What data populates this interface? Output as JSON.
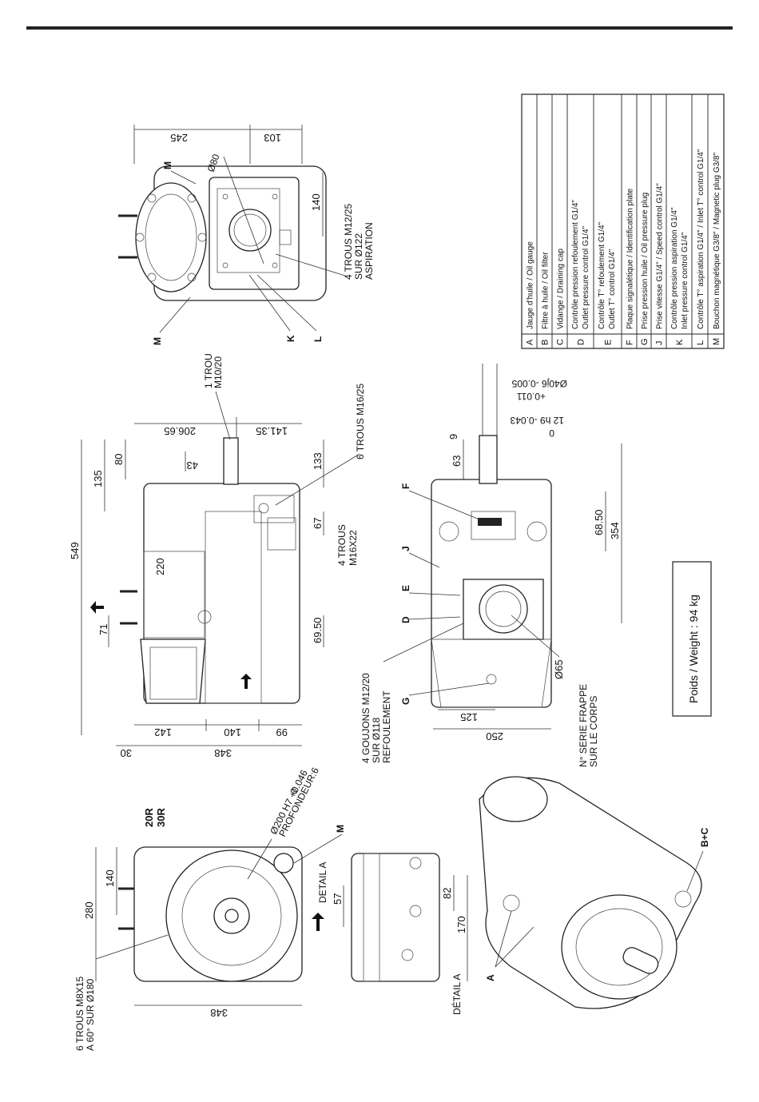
{
  "legend": [
    {
      "key": "A",
      "text": "Jauge d'huile / Oil gauge"
    },
    {
      "key": "B",
      "text": "Filtre à huile / Oil filter"
    },
    {
      "key": "C",
      "text": "Vidange / Draining cap"
    },
    {
      "key": "D",
      "text": "Contrôle pression refoulement G1/4\"",
      "text2": "Outlet pressure control G1/4\""
    },
    {
      "key": "E",
      "text": "Contrôle T° refoulement G1/4\"",
      "text2": "Outlet T° control G1/4\""
    },
    {
      "key": "F",
      "text": "Plaque signalétique / Identification plate"
    },
    {
      "key": "G",
      "text": "Prise pression huile / Oil pressure plug"
    },
    {
      "key": "J",
      "text": "Prise vitesse G1/4\" / Speed control G1/4\""
    },
    {
      "key": "K",
      "text": "Contrôle pression aspiration G1/4\"",
      "text2": "Inlet pressure control G1/4\""
    },
    {
      "key": "L",
      "text": "Contrôle T° aspiration G1/4\" / Inlet T° control G1/4\""
    },
    {
      "key": "M",
      "text": "Bouchon magnétique G3/8\" / Magnetic plug G3/8\""
    }
  ],
  "weight": "Poids / Weight : 94 kg",
  "top_view": {
    "dim_245": "245",
    "dim_103": "103",
    "dim_140": "140",
    "dim_80": "Ø80",
    "note_l1": "4 TROUS M12/25",
    "note_l2": "SUR Ø122",
    "note_l3": "ASPIRATION",
    "lbl_M1": "M",
    "lbl_M2": "M",
    "lbl_K": "K",
    "lbl_L": "L"
  },
  "side_view": {
    "dim_549": "549",
    "dim_135": "135",
    "dim_80": "80",
    "dim_43": "43",
    "dim_220": "220",
    "dim_71": "71",
    "dim_206": "206.65",
    "dim_141": "141.35",
    "dim_133": "133",
    "dim_67": "67",
    "dim_6950": "69.50",
    "dim_142": "142",
    "dim_140": "140",
    "dim_99": "99",
    "dim_30": "30",
    "dim_348": "348",
    "note_1trou_1": "1 TROU",
    "note_1trou_2": "M10/20",
    "note_6trous": "6 TROUS M16/25",
    "note_4trous_1": "4 TROUS",
    "note_4trous_2": "M16X22"
  },
  "end_view": {
    "dim_63": "63",
    "dim_9": "9",
    "dim_6850": "68.50",
    "dim_354": "354",
    "dim_65": "Ø65",
    "dim_125": "125",
    "dim_250": "250",
    "tol_1": "Ø40j6 -0.005",
    "tol_2": "+0.011",
    "tol_3": "12 h9 -0.043",
    "tol_4": "0",
    "lbl_F": "F",
    "lbl_J": "J",
    "lbl_E": "E",
    "lbl_D": "D",
    "lbl_G": "G",
    "note_g1": "4 GOUJONS M12/20",
    "note_g2": "SUR Ø118",
    "note_g3": "REFOULEMENT",
    "note_s1": "N° SERIE FRAPPE",
    "note_s2": "SUR LE CORPS"
  },
  "front_view": {
    "dim_140": "140",
    "dim_280": "280",
    "dim_348": "348",
    "note_r1": "20R",
    "note_r2": "30R",
    "note_d1": "Ø200 H7  +0.046",
    "note_d2": "0",
    "note_d3": "PROFONDEUR:6",
    "note_h1": "6 TROUS M8X15",
    "note_h2": "A 60° SUR Ø180",
    "lbl_detail": "DETAIL A",
    "lbl_M": "M"
  },
  "detail_a": {
    "dim_57": "57",
    "dim_82": "82",
    "dim_170": "170",
    "title": "DÉTAIL A"
  },
  "iso_view": {
    "lbl_BC": "B+C",
    "lbl_A": "A"
  }
}
